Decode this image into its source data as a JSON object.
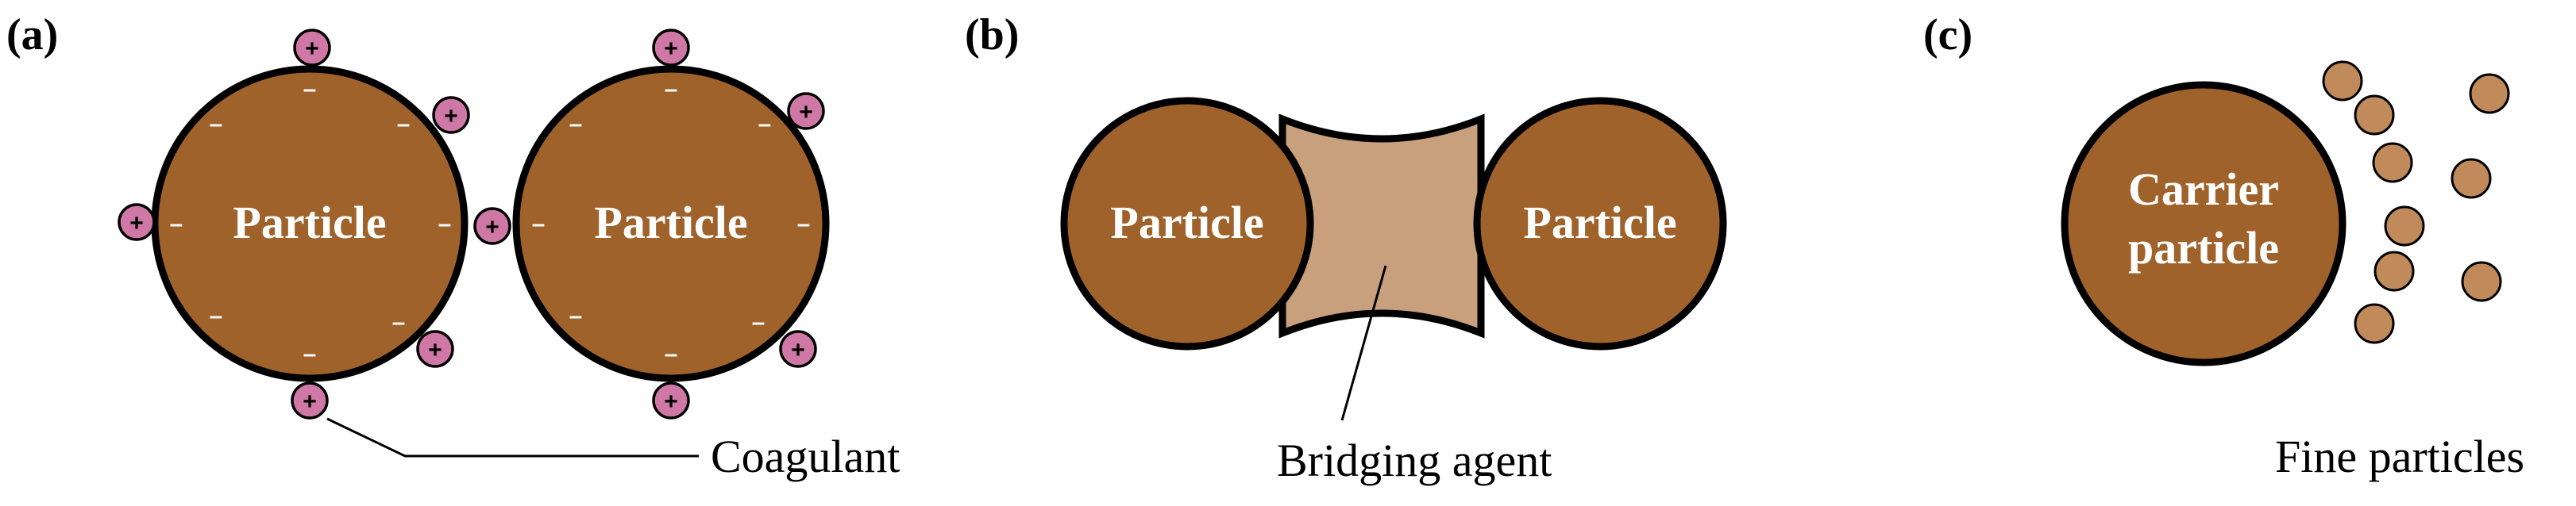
{
  "colors": {
    "particle": "#a0622b",
    "bridge": "#c9a07d",
    "coagulant": "#cf78a6",
    "fine": "#c08a5a"
  },
  "panel_a": {
    "label": "(a)",
    "particle_left": "Particle",
    "particle_right": "Particle",
    "caption": "Coagulant",
    "plus_sign": "+",
    "minus_sign": "–"
  },
  "panel_b": {
    "label": "(b)",
    "particle_left": "Particle",
    "particle_right": "Particle",
    "caption": "Bridging agent"
  },
  "panel_c": {
    "label": "(c)",
    "carrier_line1": "Carrier",
    "carrier_line2": "particle",
    "caption": "Fine particles"
  }
}
